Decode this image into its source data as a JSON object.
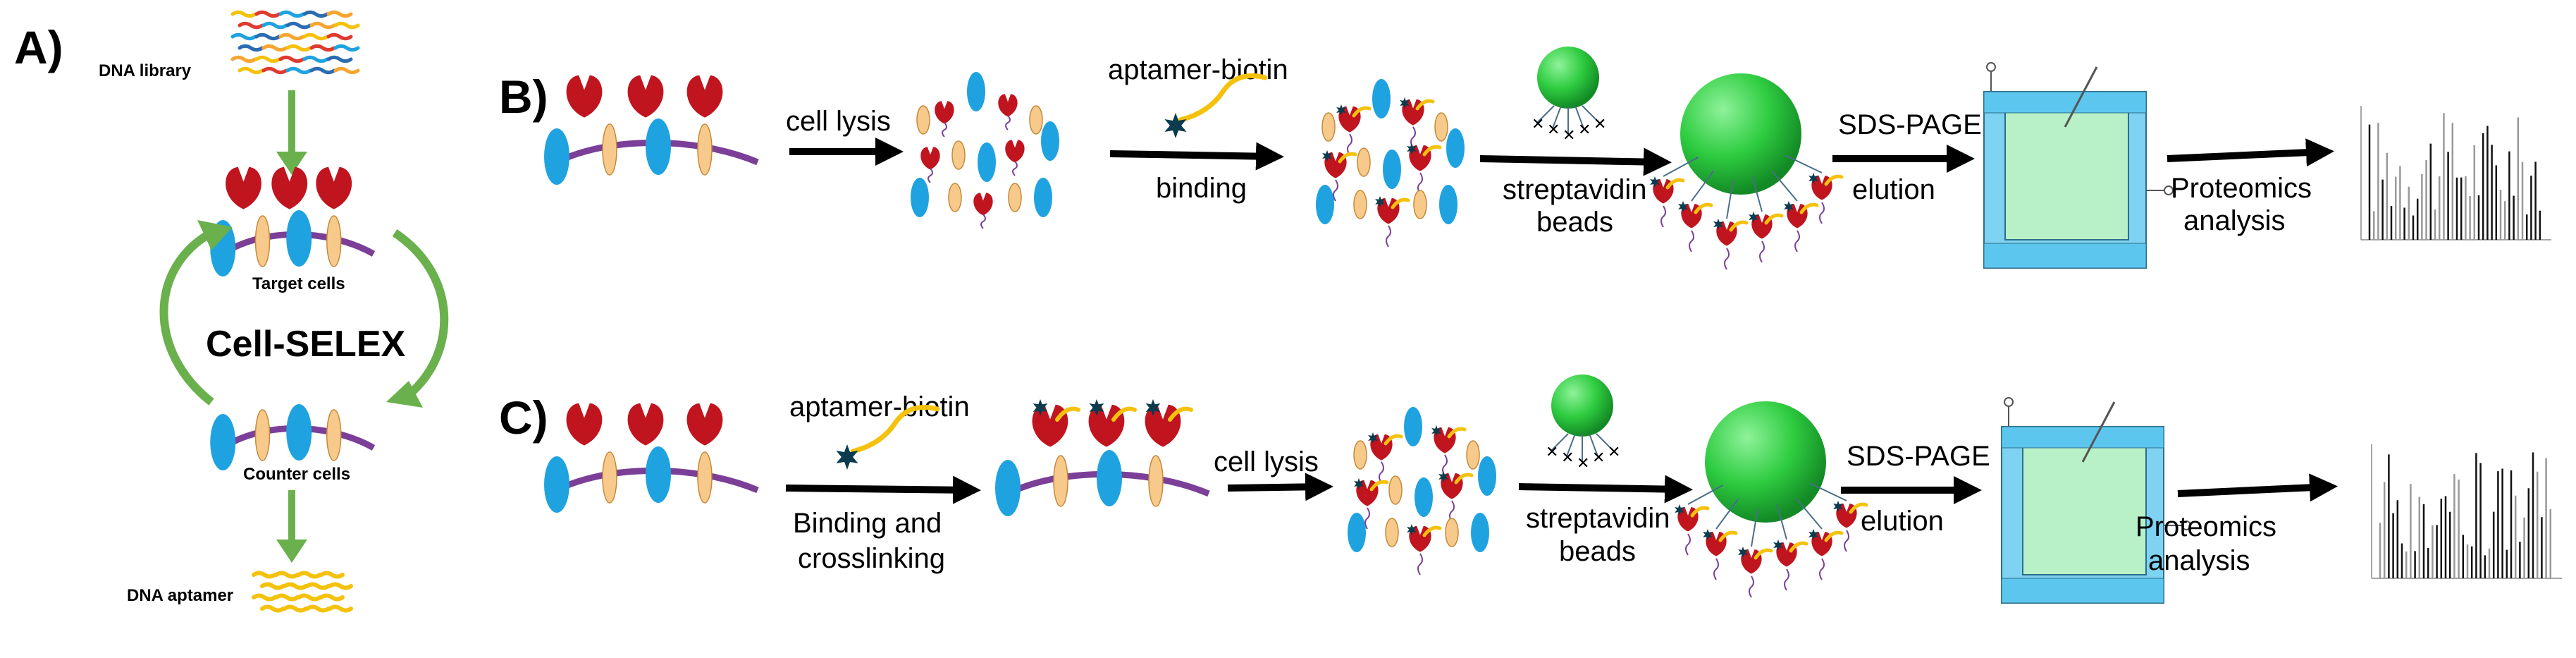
{
  "panel_a": {
    "letter": "A)",
    "dna_library": "DNA library",
    "target_cells": "Target cells",
    "title": "Cell-SELEX",
    "counter_cells": "Counter cells",
    "dna_aptamer": "DNA aptamer"
  },
  "panel_b": {
    "letter": "B)",
    "cell_lysis": "cell lysis",
    "aptamer_biotin": "aptamer-biotin",
    "binding": "binding",
    "streptavidin": "streptavidin",
    "beads": "beads",
    "sds_page": "SDS-PAGE",
    "elution": "elution",
    "proteomics": "Proteomics",
    "analysis": "analysis"
  },
  "panel_c": {
    "letter": "C)",
    "aptamer_biotin": "aptamer-biotin",
    "binding_and": "Binding and",
    "crosslinking": "crosslinking",
    "cell_lysis": "cell lysis",
    "streptavidin": "streptavidin",
    "beads": "beads",
    "sds_page": "SDS-PAGE",
    "elution": "elution",
    "proteomics": "Proteomics",
    "analysis": "analysis"
  },
  "colors": {
    "arrow_green": "#6ab04c",
    "membrane": "#7b3f98",
    "receptor_blue": "#1fa3e0",
    "receptor_tan": "#f7c98a",
    "protein_red": "#c0141f",
    "bead_green": "#2ecc40",
    "aptamer_yellow": "#f4c20d",
    "biotin_star": "#0b3b4f",
    "gel_blue": "#7fd3f2",
    "gel_green": "#b8f0c8"
  },
  "icons": {
    "protein": "protein-icon",
    "bead": "streptavidin-bead-icon",
    "gel": "sds-page-gel-icon",
    "chart": "mass-spectrum-icon"
  }
}
